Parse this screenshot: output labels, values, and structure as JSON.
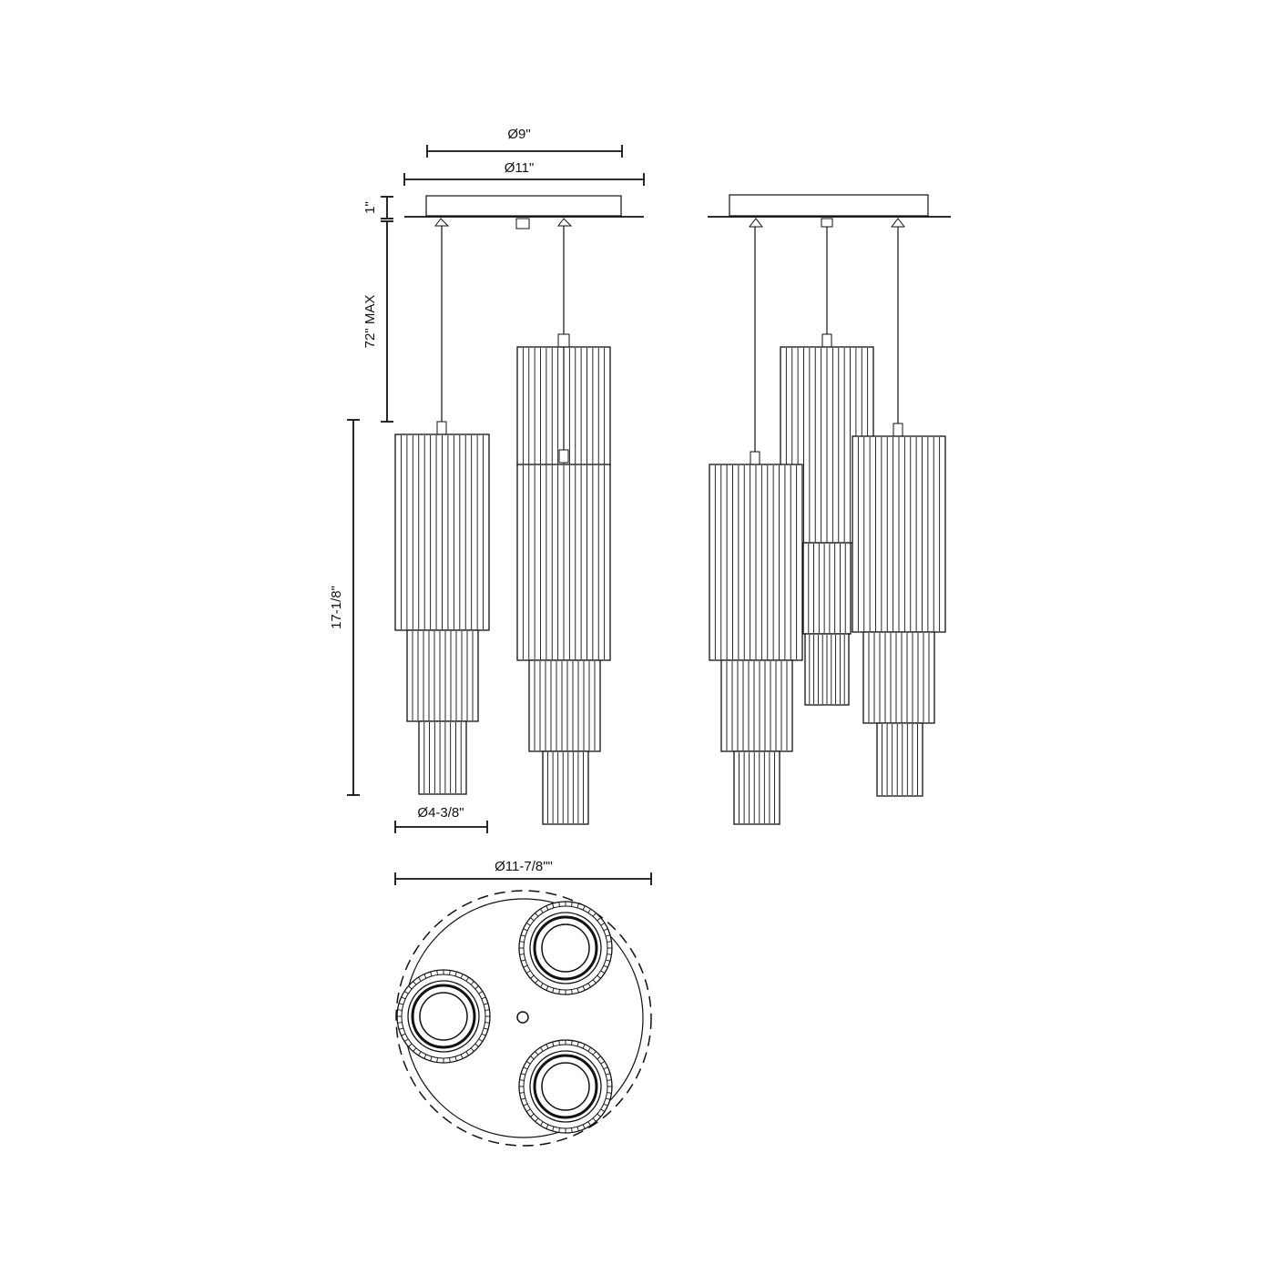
{
  "dimensions": {
    "canopy_inner_diameter": "Ø9\"",
    "canopy_outer_diameter": "Ø11\"",
    "canopy_height": "1\"",
    "cord_length": "72\" MAX",
    "fixture_height": "17-1/8\"",
    "shade_diameter": "Ø4-3/8\"",
    "overall_diameter": "Ø11-7/8\"\""
  },
  "colors": {
    "line": "#111111",
    "background": "#ffffff"
  }
}
